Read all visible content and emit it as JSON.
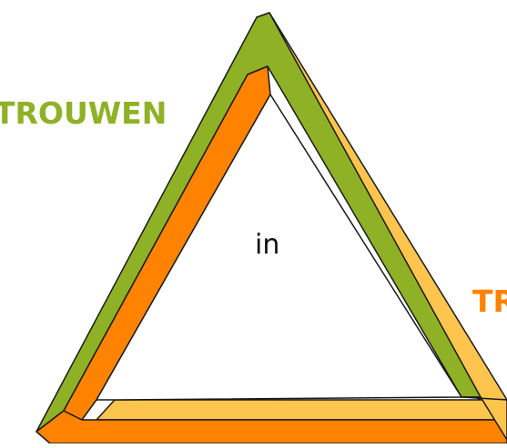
{
  "labels": {
    "left": "TROUWEN",
    "center": "in",
    "right": "TR"
  },
  "colors": {
    "green": "#8fb126",
    "orange": "#ff8300",
    "yellow": "#fdc54e",
    "outline": "#1a1a1a",
    "center_text": "#111111",
    "background": "#ffffff"
  }
}
